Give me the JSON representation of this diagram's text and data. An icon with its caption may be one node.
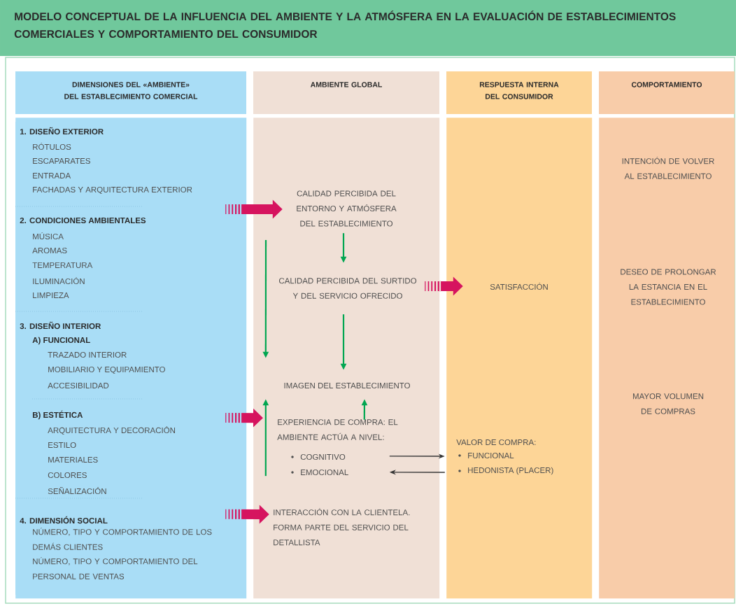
{
  "diagram": {
    "title": "MODELO CONCEPTUAL DE LA INFLUENCIA DEL AMBIENTE Y LA ATMÓSFERA EN LA EVALUACIÓN DE ESTABLECIMIENTOS COMERCIALES Y COMPORTAMIENTO DEL CONSUMIDOR",
    "nodes": [
      {
        "text": [
          "DIMENSIONES DEL «AMBIENTE» DEL ESTABLECIMIENTO COMERCIAL"
        ]
      },
      {
        "text": [
          "1. DISEÑO EXTERIOR",
          "RÓTULOS",
          "ESCAPARATES",
          "ENTRADA",
          "FACHADAS Y ARQUITECTURA EXTERIOR"
        ],
        "in": 0
      },
      {
        "text": [
          "2. CONDICIONES AMBIENTALES",
          "MÚSICA",
          "AROMAS",
          "TEMPERATURA",
          "ILUMINACIÓN",
          "LIMPIEZA"
        ],
        "in": 0
      },
      {
        "text": [
          "3. DISEÑO INTERIOR",
          "A) FUNCIONAL",
          "TRAZADO INTERIOR",
          "MOBILIARIO Y EQUIPAMIENTO",
          "ACCESIBILIDAD",
          "B) ESTÉTICA",
          "ARQUITECTURA Y DECORACIÓN",
          "ESTILO",
          "MATERIALES",
          "COLORES",
          "SEÑALIZACIÓN"
        ],
        "in": 0
      },
      {
        "text": [
          "4. DIMENSIÓN SOCIAL",
          "NÚMERO, TIPO Y COMPORTAMIENTO DE LOS DEMÁS CLIENTES",
          "NÚMERO, TIPO Y COMPORTAMIENTO DEL PERSONAL DE VENTAS"
        ],
        "in": 0
      },
      {
        "text": [
          "AMBIENTE GLOBAL"
        ]
      },
      {
        "text": [
          "CALIDAD PERCIBIDA DEL ENTORNO Y ATMÓSFERA DEL ESTABLECIMIENTO"
        ],
        "in": 5
      },
      {
        "text": [
          "CALIDAD PERCIBIDA DEL SURTIDO Y DEL SERVICIO OFRECIDO"
        ],
        "in": 5
      },
      {
        "text": [
          "IMAGEN DEL ESTABLECIMIENTO"
        ],
        "in": 5
      },
      {
        "text": [
          "EXPERIENCIA DE COMPRA: EL AMBIENTE ACTÚA A NIVEL:",
          "COGNITIVO",
          "EMOCIONAL"
        ],
        "in": 5
      },
      {
        "text": [
          "INTERACCIÓN CON LA CLIENTELA. FORMA PARTE DEL SERVICIO DEL DETALLISTA"
        ],
        "in": 5
      },
      {
        "text": [
          "RESPUESTA INTERNA DEL CONSUMIDOR"
        ]
      },
      {
        "text": [
          "SATISFACCIÓN"
        ],
        "in": 11
      },
      {
        "text": [
          "VALOR DE COMPRA:",
          "FUNCIONAL",
          "HEDONISTA (PLACER)"
        ],
        "in": 11
      },
      {
        "text": [
          "COMPORTAMIENTO"
        ]
      },
      {
        "text": [
          "INTENCIÓN DE VOLVER AL ESTABLECIMIENTO"
        ],
        "in": 14
      },
      {
        "text": [
          "DESEO DE PROLONGAR LA ESTANCIA EN EL ESTABLECIMIENTO"
        ],
        "in": 14
      },
      {
        "text": [
          "MAYOR VOLUMEN DE COMPRAS"
        ],
        "in": 14
      }
    ],
    "edges": [
      {
        "from": 1,
        "to": 6,
        "arrow": "to",
        "style": "thick",
        "color": "#d6145f"
      },
      {
        "from": 2,
        "to": 6,
        "arrow": "to",
        "style": "thick",
        "color": "#d6145f"
      },
      {
        "from": 3,
        "to": 5,
        "arrow": "to",
        "style": "thick",
        "color": "#d6145f"
      },
      {
        "from": 4,
        "to": 10,
        "arrow": "to",
        "style": "thick",
        "color": "#d6145f"
      },
      {
        "from": 6,
        "to": 7,
        "arrow": "to",
        "color": "#00a651"
      },
      {
        "from": 7,
        "to": 8,
        "arrow": "to",
        "color": "#00a651"
      },
      {
        "from": null,
        "to": 8,
        "arrow": "to",
        "color": "#00a651"
      },
      {
        "from": 9,
        "to": 8,
        "arrow": "to",
        "color": "#00a651"
      },
      {
        "from": 9,
        "to": 8,
        "arrow": "to",
        "color": "#00a651"
      },
      {
        "from": 7,
        "to": 12,
        "arrow": "to",
        "style": "thick",
        "color": "#d6145f"
      },
      {
        "from": 9,
        "to": 13,
        "arrow": "to",
        "color": "#333333"
      },
      {
        "from": 13,
        "to": 9,
        "arrow": "to",
        "color": "#333333"
      }
    ]
  }
}
